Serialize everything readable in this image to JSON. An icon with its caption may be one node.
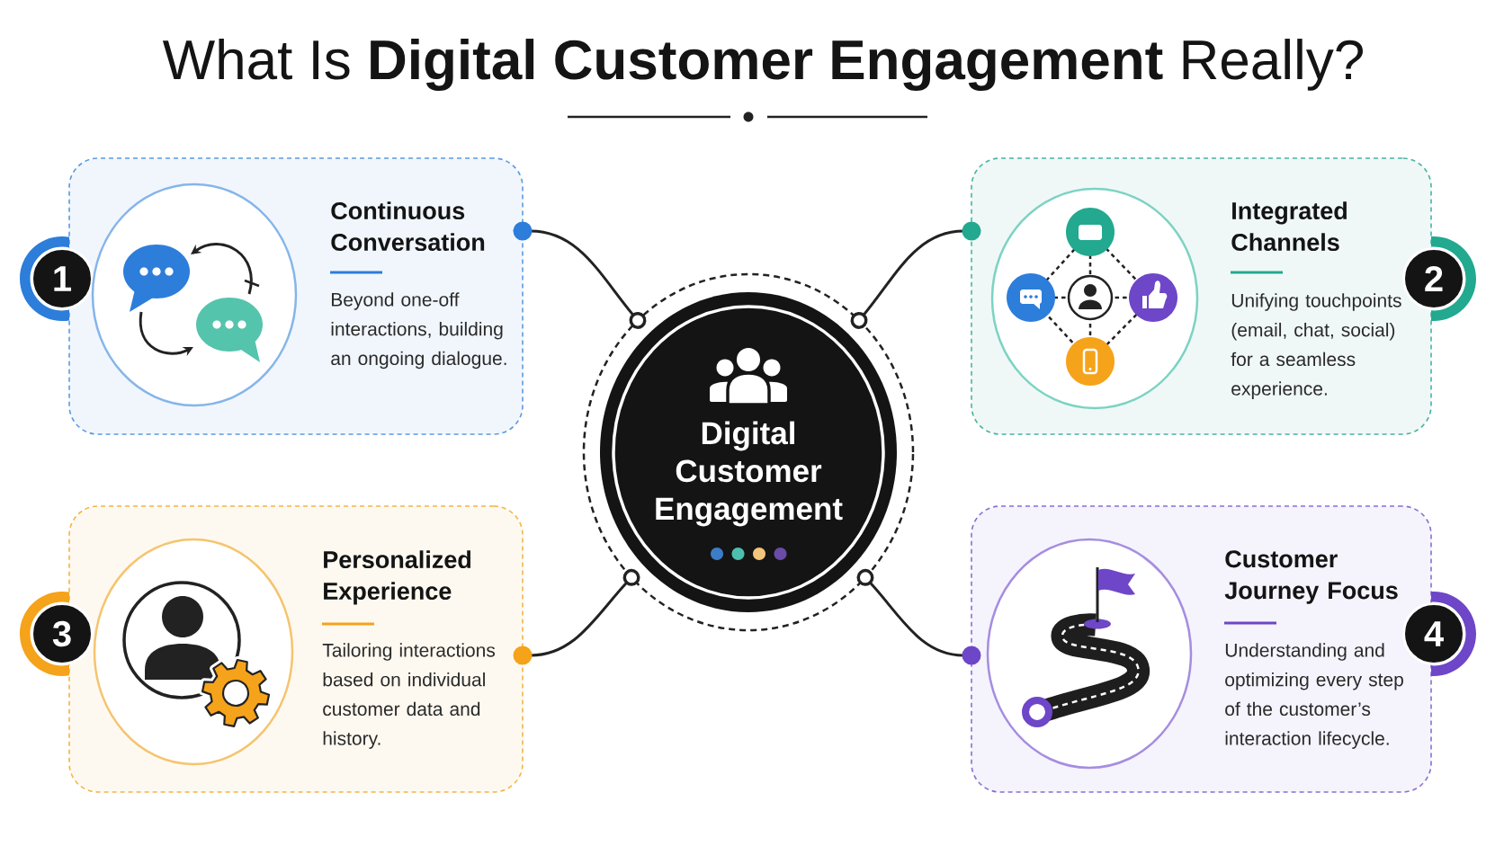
{
  "diagram": {
    "title": "What Is **Digital Customer Engagement** Really?",
    "nodes": [
      {
        "text": [
          "1"
        ]
      },
      {
        "text": [
          "Continuous Conversation",
          "Beyond one-off interactions, building an ongoing dialogue."
        ]
      },
      {
        "text": [
          "Integrated Channels",
          "Unifying touchpoints (email, chat, social) for a seamless experience."
        ]
      },
      {
        "text": [
          "2"
        ]
      },
      {
        "text": [
          "Digital Customer Engagement"
        ]
      },
      {
        "text": [
          "3"
        ]
      },
      {
        "text": [
          "Personalized Experience",
          "Tailoring interactions based on individual customer data and history."
        ]
      },
      {
        "text": [
          "Customer Journey Focus",
          "Understanding and optimizing every step of the customer’s interaction lifecycle."
        ]
      },
      {
        "text": [
          "4"
        ]
      }
    ],
    "edges": [
      {
        "from": 1,
        "to": 4,
        "arrow": "other"
      },
      {
        "from": 2,
        "to": 4,
        "arrow": "other"
      },
      {
        "from": 6,
        "to": 4,
        "arrow": "other"
      },
      {
        "from": 7,
        "to": 4,
        "arrow": "other"
      }
    ]
  }
}
